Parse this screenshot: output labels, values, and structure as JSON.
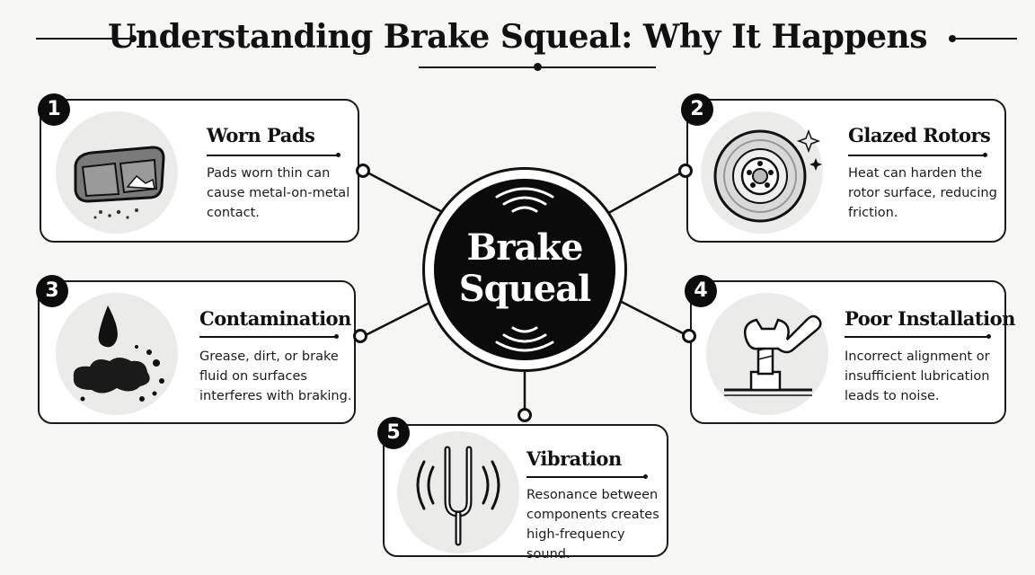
{
  "title": "Understanding Brake Squeal: Why It Happens",
  "hub": {
    "line1": "Brake",
    "line2": "Squeal"
  },
  "cards": [
    {
      "number": "1",
      "title": "Worn Pads",
      "description": "Pads worn thin can cause metal-on-metal contact.",
      "icon": "brake-pad-icon"
    },
    {
      "number": "2",
      "title": "Glazed Rotors",
      "description": "Heat can harden the rotor surface, reducing friction.",
      "icon": "rotor-icon"
    },
    {
      "number": "3",
      "title": "Contamination",
      "description": "Grease, dirt, or brake fluid on surfaces interferes with braking.",
      "icon": "fluid-drop-icon"
    },
    {
      "number": "4",
      "title": "Poor Installation",
      "description": "Incorrect alignment or insufficient lubrication leads to noise.",
      "icon": "wrench-icon"
    },
    {
      "number": "5",
      "title": "Vibration",
      "description": "Resonance between components creates high-frequency sound.",
      "icon": "tuning-fork-icon"
    }
  ]
}
